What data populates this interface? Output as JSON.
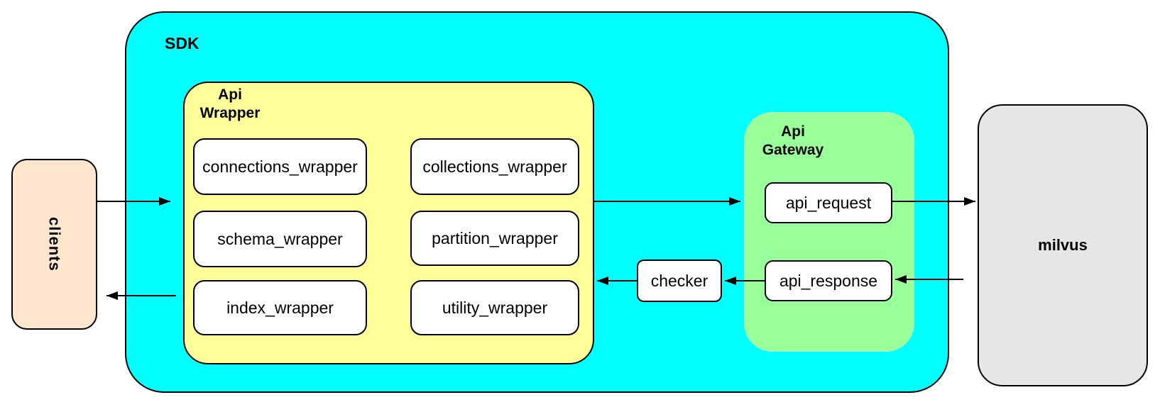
{
  "diagram": {
    "clients": {
      "label": "clients",
      "fill": "#ffe6cc"
    },
    "sdk": {
      "label": "SDK",
      "fill": "#00ffff",
      "api_wrapper": {
        "label": "Api\nWrapper",
        "fill": "#ffff99",
        "modules": [
          "connections_wrapper",
          "collections_wrapper",
          "schema_wrapper",
          "partition_wrapper",
          "index_wrapper",
          "utility_wrapper"
        ]
      },
      "checker": {
        "label": "checker",
        "fill": "#ffffff"
      },
      "api_gateway": {
        "label": "Api\nGateway",
        "fill": "#99ff99",
        "request": "api_request",
        "response": "api_response"
      }
    },
    "milvus": {
      "label": "milvus",
      "fill": "#e6e6e6"
    },
    "colors": {
      "node_fill": "#ffffff",
      "stroke": "#000000",
      "background": "#ffffff"
    },
    "connections": [
      {
        "from": "clients",
        "to": "api_wrapper",
        "direction": "right"
      },
      {
        "from": "api_wrapper",
        "to": "clients",
        "direction": "left"
      },
      {
        "from": "api_wrapper",
        "to": "api_gateway",
        "direction": "right"
      },
      {
        "from": "api_request",
        "to": "milvus",
        "direction": "right"
      },
      {
        "from": "milvus",
        "to": "api_response",
        "direction": "left"
      },
      {
        "from": "api_response",
        "to": "checker",
        "direction": "left"
      },
      {
        "from": "checker",
        "to": "api_wrapper",
        "direction": "left"
      }
    ]
  }
}
